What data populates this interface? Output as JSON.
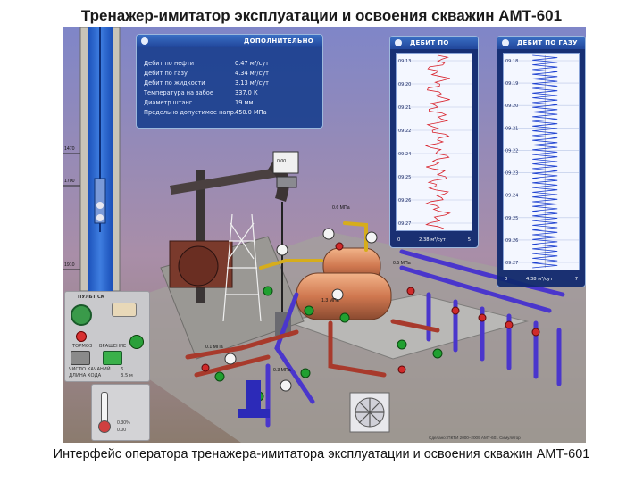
{
  "slide": {
    "title": "Тренажер-имитатор эксплуатации и освоения скважин АМТ-601",
    "caption": "Интерфейс оператора тренажера-имитатора эксплуатации и освоения скважин АМТ-601"
  },
  "info_panel": {
    "header": "ДОПОЛНИТЕЛЬНО",
    "rows": [
      {
        "label": "Дебит по нефти",
        "value": "0.47 м³/сут"
      },
      {
        "label": "Дебит по газу",
        "value": "4.34 м³/сут"
      },
      {
        "label": "Дебит по жидкости",
        "value": "3.13 м³/сут"
      },
      {
        "label": "Температура на забое",
        "value": "337.0 К"
      },
      {
        "label": "Диаметр штанг",
        "value": "19 мм"
      },
      {
        "label": "Предельно допустимое напр.",
        "value": "450.0 МПа"
      }
    ]
  },
  "liquid_chart": {
    "header": "ДЕБИТ ПО ЖИДКОСТИ",
    "ticks": [
      "09.13",
      "09.20",
      "09.21",
      "09.22",
      "09.24",
      "09.25",
      "09.26",
      "09.27"
    ],
    "bottom_value": "2.38 м³/сут",
    "bottom_left": "0",
    "bottom_right": "5",
    "line_color": "#d8202a"
  },
  "gas_chart": {
    "header": "ДЕБИТ ПО ГАЗУ",
    "ticks": [
      "09.18",
      "09.19",
      "09.20",
      "09.21",
      "09.22",
      "09.23",
      "09.24",
      "09.25",
      "09.26",
      "09.27"
    ],
    "bottom_value": "4.38 м³/сут",
    "bottom_left": "0",
    "bottom_right": "7",
    "line_color": "#1b3fd0"
  },
  "well": {
    "depth_labels": [
      "1470",
      "1700",
      "1910"
    ]
  },
  "control_panel": {
    "header": "ПУЛЬТ СК",
    "stop_label": "ТОРМОЗ",
    "start_label": "ВРАЩЕНИЕ",
    "swings_label": "ЧИСЛО КАЧАНИЙ",
    "swings_value": "6",
    "stroke_label": "ДЛИНА ХОДА",
    "stroke_value": "3.5 м"
  },
  "small_panel": {
    "values": [
      "0.30%",
      "0.00"
    ]
  },
  "scene_labels": {
    "gauge_1": "0.6 МПа",
    "gauge_2": "0.1 МПа",
    "gauge_3": "0.3 МПа",
    "gauge_4": "0.5 МПа",
    "gauge_5": "1.3 МПа",
    "monitor": "0.00",
    "copyright": "Сделано: ПКТИ 2000–2009 АМТ-601 Симулятор"
  },
  "colors": {
    "background_top": "#8f88c8",
    "floor": "#9c8f7a",
    "pipe_blue": "#4638c8",
    "pipe_red": "#b04030",
    "pipe_yellow": "#d8b020",
    "tank": "#d88860"
  }
}
